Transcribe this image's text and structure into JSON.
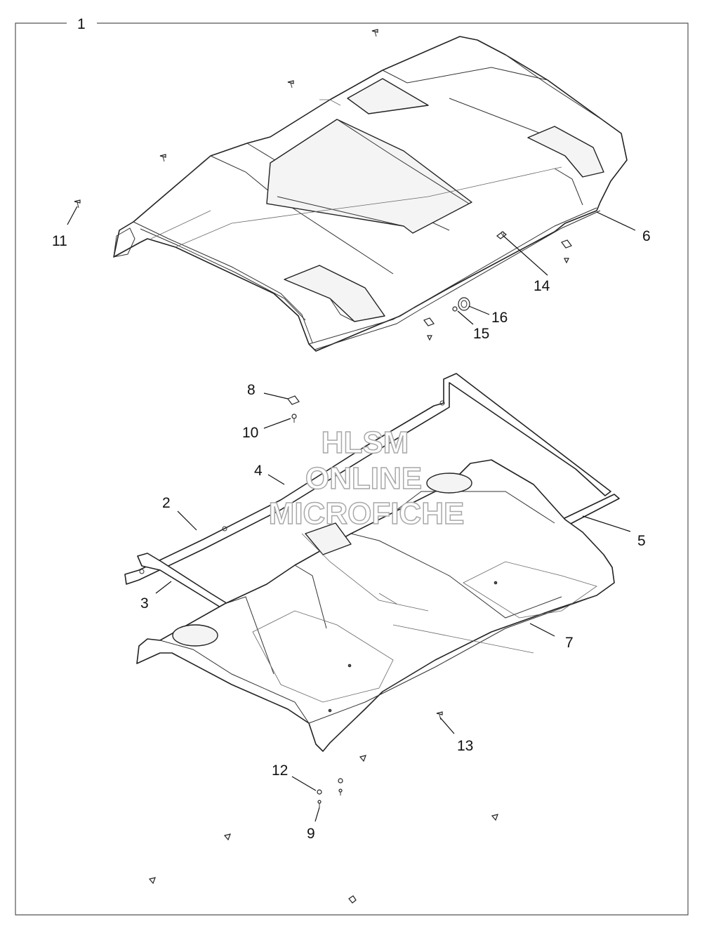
{
  "diagram": {
    "callouts": {
      "c1": "1",
      "c2": "2",
      "c3": "3",
      "c4": "4",
      "c5": "5",
      "c6": "6",
      "c7": "7",
      "c8": "8",
      "c9": "9",
      "c10": "10",
      "c11": "11",
      "c12": "12",
      "c13": "13",
      "c14": "14",
      "c15": "15",
      "c16": "16"
    },
    "watermark": {
      "line1": "HLSM",
      "line2": "ONLINE",
      "line3": "MICROFICHE"
    }
  }
}
